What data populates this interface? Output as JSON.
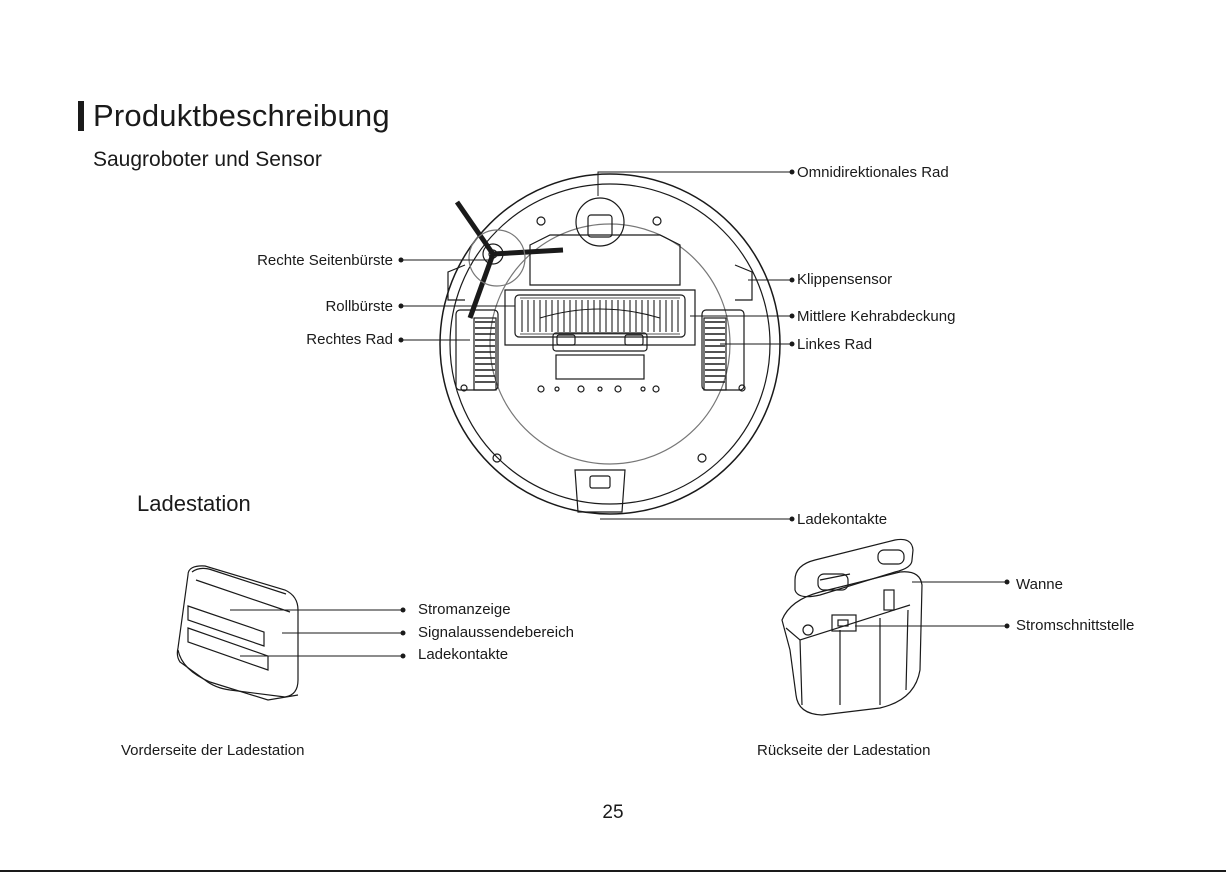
{
  "page": {
    "title": "Produktbeschreibung",
    "subtitle": "Saugroboter und Sensor",
    "section_title": "Ladestation",
    "page_number": "25"
  },
  "robot_labels": {
    "omni_wheel": "Omnidirektionales Rad",
    "right_side_brush": "Rechte Seitenbürste",
    "cliff_sensor": "Klippensensor",
    "roller_brush": "Rollbürste",
    "middle_cover": "Mittlere Kehrabdeckung",
    "right_wheel": "Rechtes Rad",
    "left_wheel": "Linkes Rad",
    "charging_contacts": "Ladekontakte"
  },
  "station_front": {
    "power_indicator": "Stromanzeige",
    "signal_area": "Signalaussendebereich",
    "charging_contacts": "Ladekontakte",
    "caption": "Vorderseite der Ladestation"
  },
  "station_back": {
    "tray": "Wanne",
    "power_port": "Stromschnittstelle",
    "caption": "Rückseite der Ladestation"
  }
}
